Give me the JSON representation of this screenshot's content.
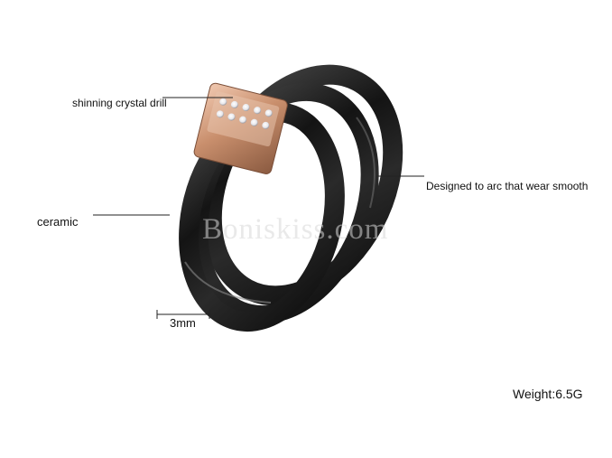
{
  "annotations": {
    "crystal": "shinning crystal drill",
    "arc": "Designed to arc that wear smooth",
    "ceramic": "ceramic",
    "width": "3mm",
    "weight": "Weight:6.5G"
  },
  "watermark": "Boniskiss.com",
  "colors": {
    "ring": "#1c1c1c",
    "rose_gold": "#d9a88a",
    "crystal": "#f4f4f6",
    "line": "#222222",
    "background": "#ffffff"
  }
}
